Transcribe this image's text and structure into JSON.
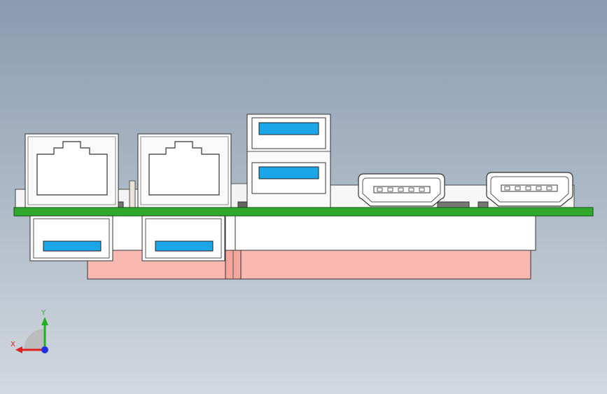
{
  "viewport": {
    "background_top": "#8a9bb0",
    "background_bottom": "#d2d8df"
  },
  "board": {
    "pcb_color": "#2fa82c",
    "lower_case_color": "#f9b8b0",
    "upper_case_color": "#ffffff",
    "usb_slot_color": "#1aa6e8"
  },
  "components": [
    {
      "name": "rj45-port-1",
      "type": "ethernet"
    },
    {
      "name": "rj45-port-2",
      "type": "ethernet"
    },
    {
      "name": "usb-stack-top",
      "type": "usb-a-dual"
    },
    {
      "name": "hdmi-port-1",
      "type": "hdmi"
    },
    {
      "name": "hdmi-port-2",
      "type": "hdmi"
    },
    {
      "name": "usb-lower-1",
      "type": "usb-a"
    },
    {
      "name": "usb-lower-2",
      "type": "usb-a"
    }
  ],
  "triad": {
    "x_label": "X",
    "y_label": "Y",
    "x_color": "#e02020",
    "y_color": "#20b020",
    "z_color": "#2030e0"
  }
}
